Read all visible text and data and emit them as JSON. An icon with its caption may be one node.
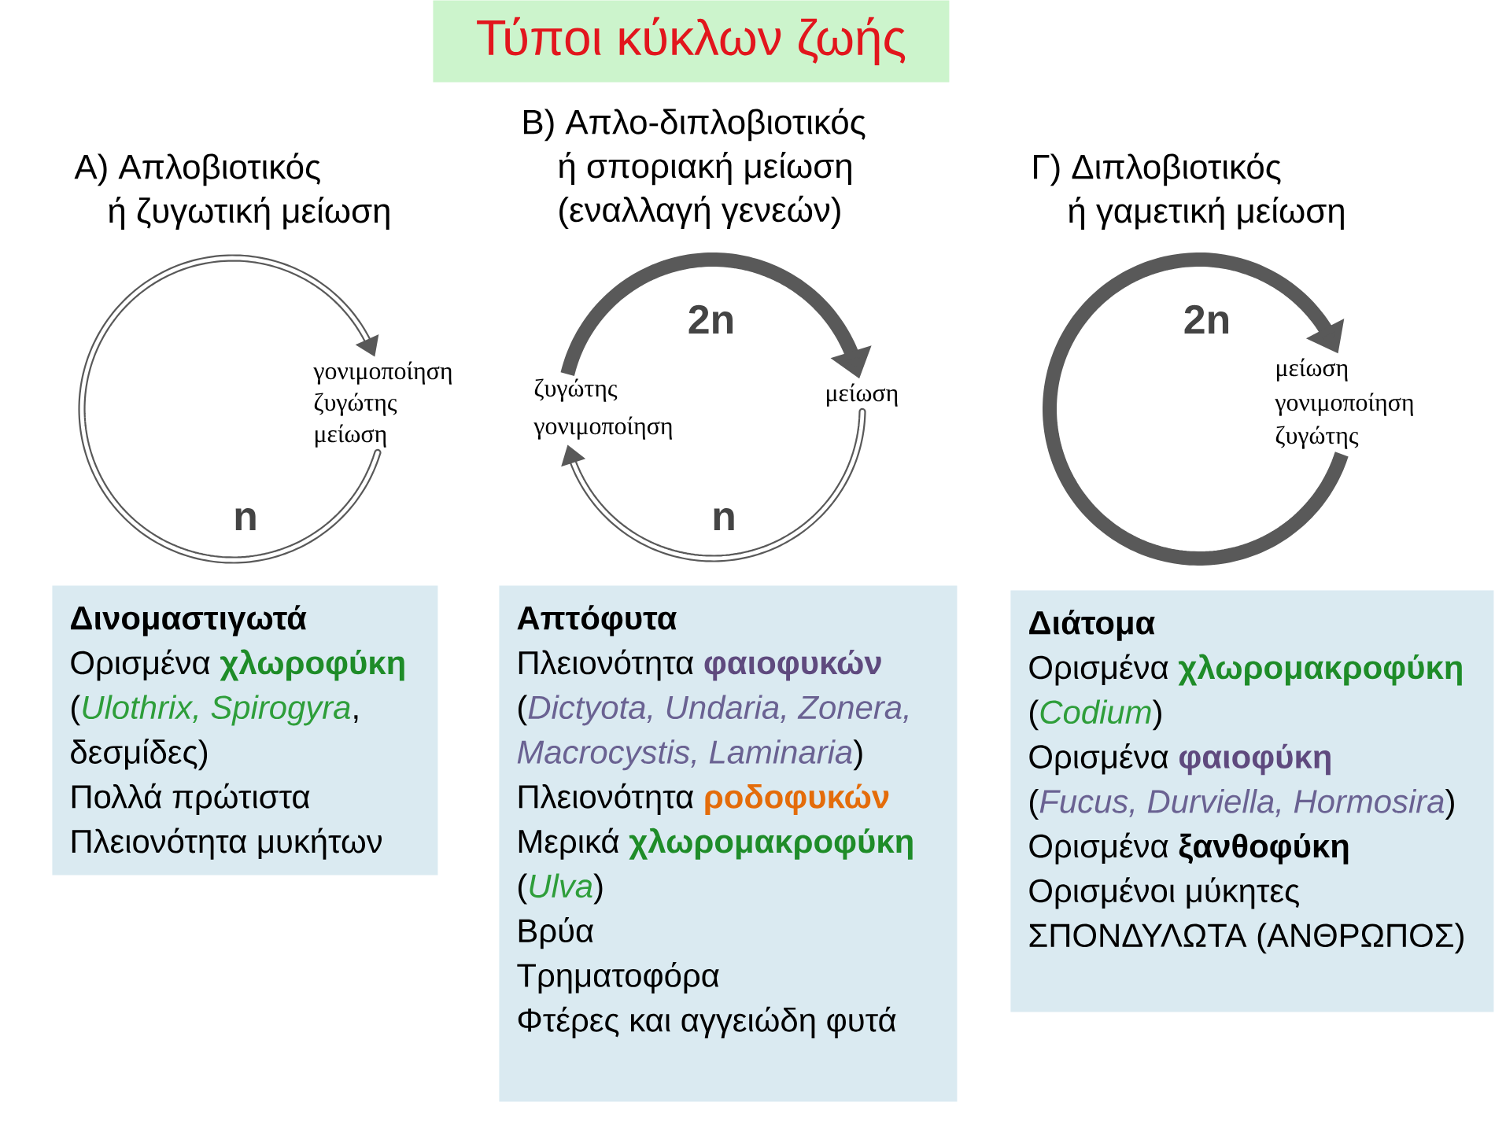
{
  "diagram": {
    "title": "Τύποι κύκλων ζωής",
    "nodes": [
      {
        "text": [
          "γονιμοποίηση"
        ]
      },
      {
        "text": [
          "ζυγώτης"
        ]
      },
      {
        "text": [
          "μείωση"
        ]
      },
      {
        "text": [
          "ζυγώτης"
        ]
      },
      {
        "text": [
          "γονιμοποίηση"
        ]
      },
      {
        "text": [
          "μείωση"
        ]
      },
      {
        "text": [
          "μείωση"
        ]
      },
      {
        "text": [
          "γονιμοποίηση"
        ]
      },
      {
        "text": [
          "ζυγώτης"
        ]
      },
      {
        "text": [
          "Δινομαστιγωτά",
          "Ορισμένα **χλωροφύκη**",
          "(*Ulothrix, Spirogyra*, δεσμίδες)",
          "Πολλά πρώτιστα",
          "Πλειονότητα μυκήτων"
        ]
      },
      {
        "text": [
          "Απτόφυτα",
          "Πλειονότητα **φαιοφυκών**",
          "(*Dictyota, Undaria, Zonera, Macrocystis, Laminaria*)",
          "Πλειονότητα **ροδοφυκών**",
          "Μερικά **χλωρομακροφύκη**",
          "(*Ulva*)",
          "Βρύα",
          "Τρηματοφόρα",
          "Φτέρες και αγγειώδη φυτά"
        ]
      },
      {
        "text": [
          "Διάτομα",
          "Ορισμένα **χλωρομακροφύκη**",
          "(*Codium*)",
          "Ορισμένα **φαιοφύκη**",
          "(*Fucus, Durviella, Hormosira*)",
          "Ορισμένα **ξανθοφύκη**",
          "Ορισμένοι μύκητες",
          "ΣΠΟΝΔΥΛΩΤΑ (ΑΝΘΡΩΠΟΣ)"
        ]
      }
    ],
    "edges": [
      {
        "from": 2,
        "to": 0,
        "arrow": "to",
        "label": "n"
      },
      {
        "from": 3,
        "to": 5,
        "arrow": "to",
        "label": "2n",
        "style": "thick"
      },
      {
        "from": 5,
        "to": 4,
        "arrow": "to",
        "label": "n"
      },
      {
        "from": 8,
        "to": 6,
        "arrow": "to",
        "label": "2n",
        "style": "thick"
      }
    ],
    "labels": [
      "Α) Απλοβιοτικός ή ζυγωτική μείωση",
      "Β) Απλο-διπλοβιοτικός ή σποριακή μείωση (εναλλαγή γενεών)",
      "Γ) Διπλοβιοτικός ή γαμετική μείωση"
    ]
  }
}
